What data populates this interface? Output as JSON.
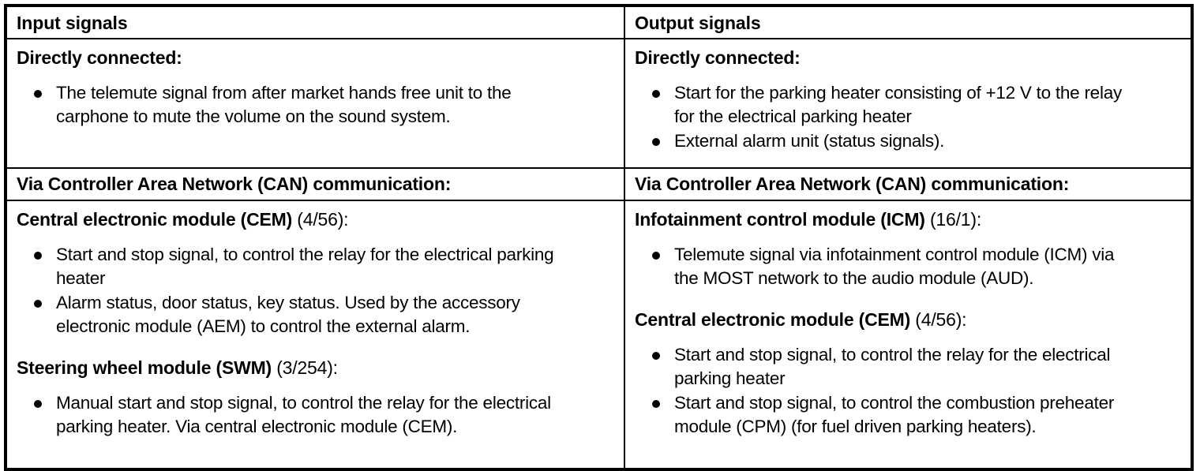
{
  "table": {
    "headers": {
      "left": "Input signals",
      "right": "Output signals"
    },
    "band": {
      "left": "Via Controller Area Network (CAN) communication:",
      "right": "Via Controller Area Network (CAN) communication:"
    },
    "left_column": {
      "directly_connected": {
        "heading": "Directly connected:",
        "bullets": [
          {
            "line1": "The telemute signal from after market hands free unit to the",
            "line2": "carphone to mute the volume on the sound system."
          }
        ]
      },
      "sections": [
        {
          "heading_bold": "Central electronic module (CEM)",
          "heading_light": " (4/56):",
          "bullets": [
            {
              "line1": "Start and stop signal, to control the relay for the electrical parking",
              "line2": "heater"
            },
            {
              "line1": "Alarm status, door status, key status. Used by the accessory",
              "line2": "electronic module (AEM) to control the external alarm."
            }
          ]
        },
        {
          "heading_bold": "Steering wheel module (SWM)",
          "heading_light": " (3/254):",
          "bullets": [
            {
              "line1": "Manual start and stop signal, to control the relay for the electrical",
              "line2": "parking heater. Via central electronic module (CEM)."
            }
          ]
        }
      ]
    },
    "right_column": {
      "directly_connected": {
        "heading": "Directly connected:",
        "bullets": [
          {
            "line1": "Start for the parking heater consisting of +12 V to the relay",
            "line2": "for the electrical parking heater"
          },
          {
            "line1": "External alarm unit (status signals).",
            "line2": ""
          }
        ]
      },
      "sections": [
        {
          "heading_bold": "Infotainment control module (ICM)",
          "heading_light": " (16/1):",
          "bullets": [
            {
              "line1": "Telemute signal via infotainment control module (ICM) via",
              "line2": "the MOST network to the audio module (AUD)."
            }
          ]
        },
        {
          "heading_bold": "Central electronic module (CEM)",
          "heading_light": " (4/56):",
          "bullets": [
            {
              "line1": "Start and stop signal, to control the relay for the electrical",
              "line2": "parking heater"
            },
            {
              "line1": "Start and stop signal, to control the combustion preheater",
              "line2": "module (CPM) (for fuel driven parking heaters)."
            }
          ]
        }
      ]
    }
  }
}
